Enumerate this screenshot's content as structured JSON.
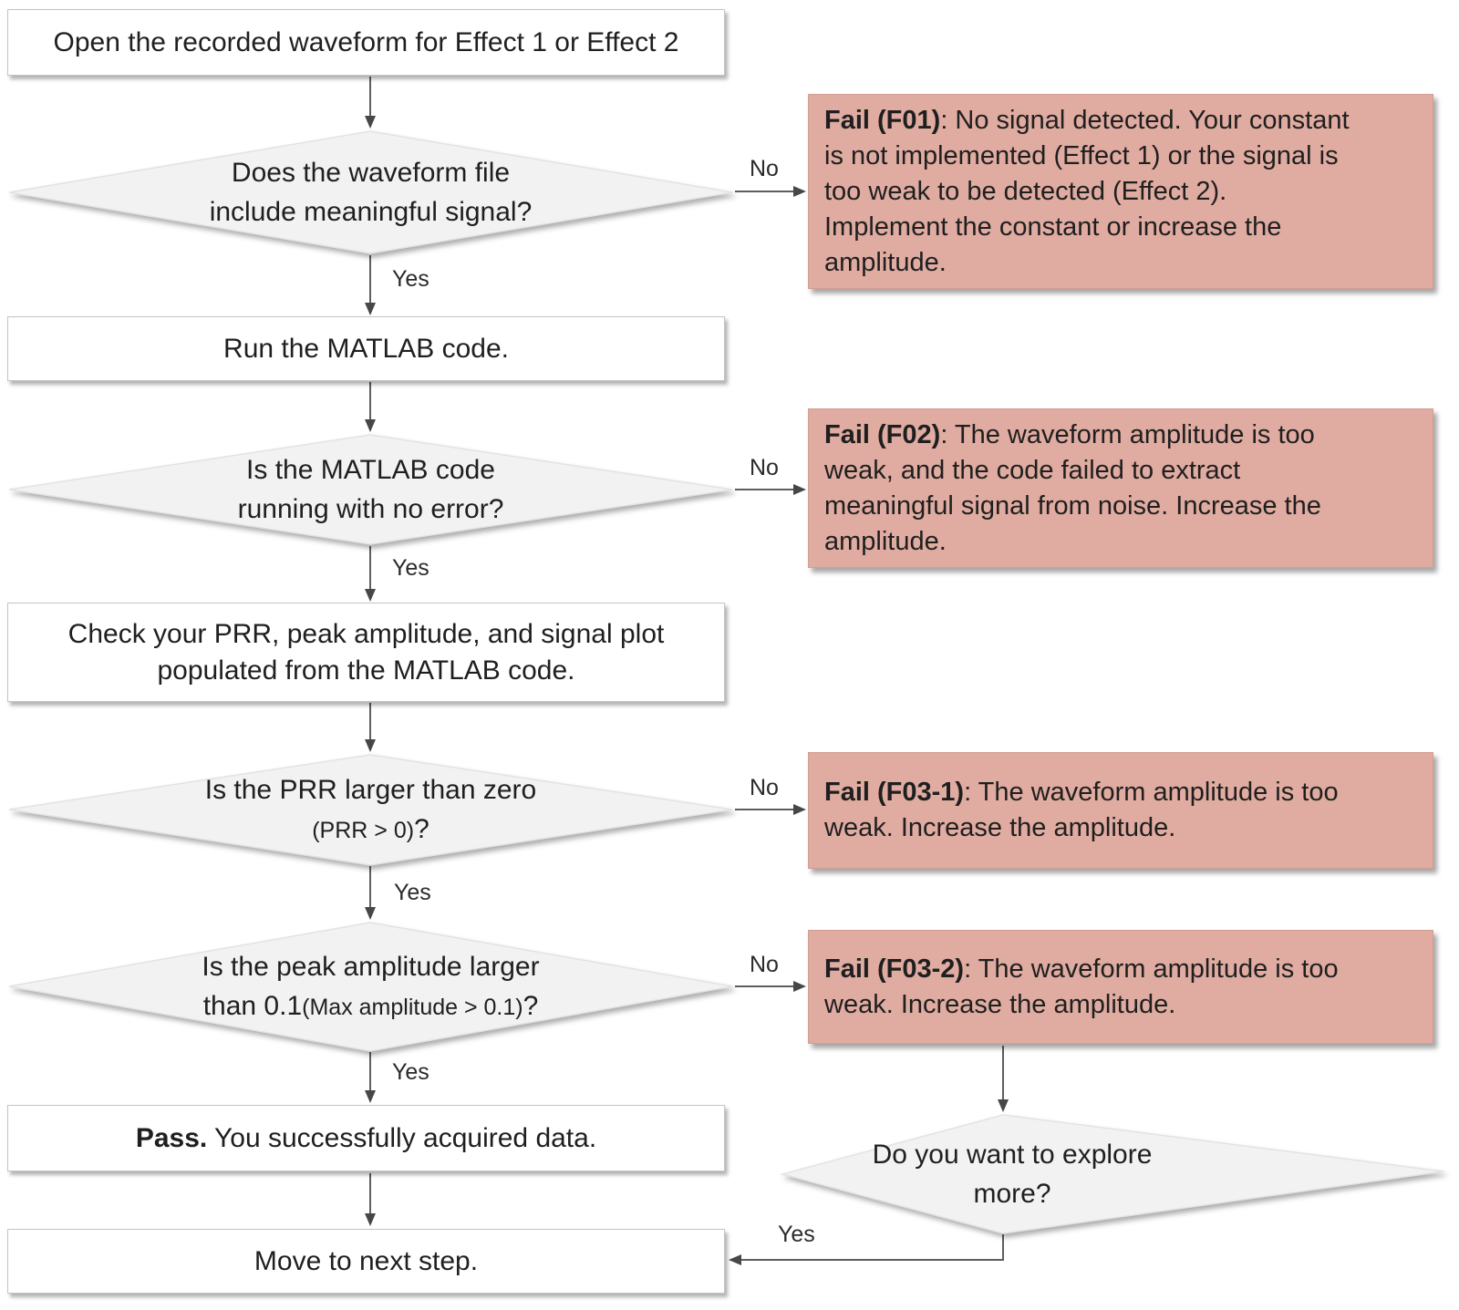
{
  "palette": {
    "fail_bg": "#e0aba0",
    "diamond_fill": "#f2f2f2",
    "box_bg": "#ffffff",
    "box_border": "#c4c4c4",
    "arrow": "#5e5e5e",
    "text": "#1f1f1f"
  },
  "labels": {
    "yes": "Yes",
    "no": "No"
  },
  "nodes": {
    "start": {
      "text": "Open the recorded waveform for Effect 1 or Effect 2"
    },
    "d1": {
      "line1": "Does the waveform file",
      "line2": "include meaningful signal?"
    },
    "run": {
      "text": "Run the MATLAB code."
    },
    "d2": {
      "line1": "Is the MATLAB code",
      "line2": "running with no error?"
    },
    "check": {
      "line1": "Check your PRR, peak amplitude, and signal plot",
      "line2": "populated from the MATLAB code."
    },
    "d3": {
      "line1": "Is the PRR  larger than zero",
      "line2_small": "(PRR > 0)",
      "line2_tail": "?"
    },
    "d4": {
      "line1": "Is the peak amplitude larger",
      "line2_pre": "than 0.1",
      "line2_small": "(Max amplitude > 0.1)",
      "line2_tail": "?"
    },
    "pass": {
      "bold": "Pass.",
      "rest": " You successfully acquired data."
    },
    "move": {
      "text": "Move to next step."
    },
    "d5": {
      "line1": "Do you want to explore",
      "line2": "more?"
    }
  },
  "fails": {
    "f01": {
      "bold": "Fail (F01)",
      "lines": [
        ": No signal detected. Your constant",
        "is not implemented (Effect 1) or the signal is",
        "too weak to be detected (Effect 2).",
        "Implement the constant or increase the",
        "amplitude."
      ]
    },
    "f02": {
      "bold": "Fail (F02)",
      "lines": [
        ": The waveform amplitude is too",
        "weak, and the code failed to extract",
        "meaningful signal from noise. Increase the",
        "amplitude."
      ]
    },
    "f031": {
      "bold": "Fail (F03-1)",
      "lines": [
        ": The waveform amplitude is too",
        "weak. Increase the amplitude."
      ]
    },
    "f032": {
      "bold": "Fail (F03-2)",
      "lines": [
        ": The waveform amplitude is too",
        "weak. Increase the amplitude."
      ]
    }
  }
}
